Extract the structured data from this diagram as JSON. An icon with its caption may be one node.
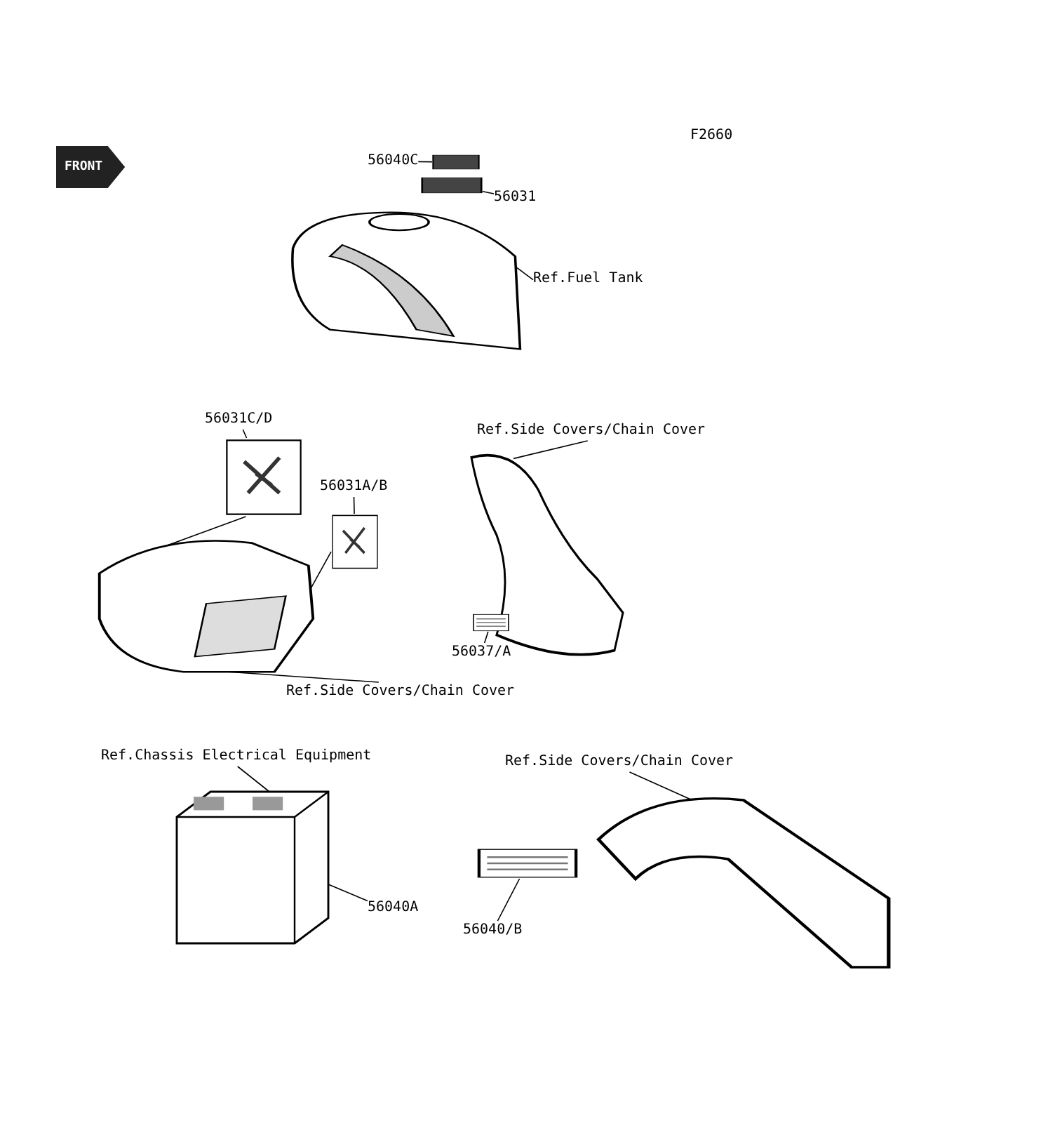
{
  "diagram": {
    "nodes": [
      {
        "text": [
          "56040C"
        ]
      },
      {
        "text": [],
        "shape": "box"
      },
      {
        "text": [
          "56031"
        ]
      },
      {
        "text": [],
        "shape": "box"
      },
      {
        "text": [
          "Ref.Fuel Tank"
        ]
      },
      {
        "text": [],
        "shape": "picture"
      },
      {
        "text": [
          "56031C/D"
        ]
      },
      {
        "text": [],
        "shape": "picture"
      },
      {
        "text": [
          "56031A/B"
        ]
      },
      {
        "text": [],
        "shape": "picture"
      },
      {
        "text": [
          "Ref.Side Covers/Chain Cover"
        ]
      },
      {
        "text": [],
        "shape": "picture"
      },
      {
        "text": [
          "56037/A"
        ]
      },
      {
        "text": [],
        "shape": "picture"
      },
      {
        "text": [
          "Ref.Side Covers/Chain Cover"
        ]
      },
      {
        "text": [],
        "shape": "picture"
      },
      {
        "text": [
          "Ref.Chassis Electrical Equipment"
        ]
      },
      {
        "text": [],
        "shape": "picture"
      },
      {
        "text": [
          "56040A"
        ]
      },
      {
        "text": [
          "Ref.Side Covers/Chain Cover"
        ]
      },
      {
        "text": [],
        "shape": "picture"
      },
      {
        "text": [
          "56040/B"
        ]
      },
      {
        "text": [],
        "shape": "picture"
      }
    ],
    "edges": [
      {
        "from": 0,
        "to": 1,
        "arrow": "none"
      },
      {
        "from": 2,
        "to": 3,
        "arrow": "none"
      },
      {
        "from": 4,
        "to": 5,
        "arrow": "none"
      },
      {
        "from": 6,
        "to": 7,
        "arrow": "none"
      },
      {
        "from": 7,
        "to": 15,
        "arrow": "none"
      },
      {
        "from": 8,
        "to": 9,
        "arrow": "none"
      },
      {
        "from": 9,
        "to": 15,
        "arrow": "none"
      },
      {
        "from": 10,
        "to": 11,
        "arrow": "none"
      },
      {
        "from": 12,
        "to": 13,
        "arrow": "none"
      },
      {
        "from": 14,
        "to": 15,
        "arrow": "none"
      },
      {
        "from": 16,
        "to": 17,
        "arrow": "none"
      },
      {
        "from": 18,
        "to": 17,
        "arrow": "none"
      },
      {
        "from": 19,
        "to": 20,
        "arrow": "none"
      },
      {
        "from": 21,
        "to": 22,
        "arrow": "none"
      }
    ],
    "labels": [
      "F2660",
      "FRONT"
    ]
  }
}
